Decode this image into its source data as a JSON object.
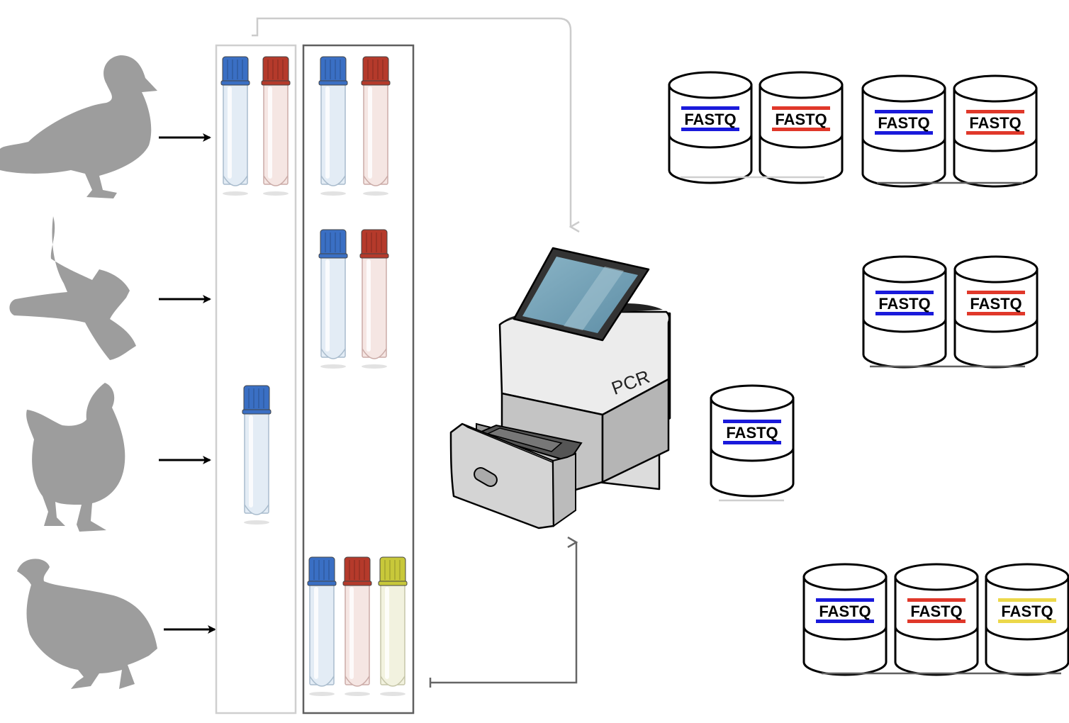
{
  "colors": {
    "blue": "#1a1adb",
    "red": "#e0382a",
    "yellow": "#ecd84a",
    "silhouette": "#9d9d9d",
    "panel_light": "#cfcfcf",
    "panel_dark": "#5f5f5f",
    "cap_blue": "#3a6fc4",
    "cap_red": "#b53a2b",
    "cap_yellow": "#c8c83a"
  },
  "birds": [
    {
      "name": "duck"
    },
    {
      "name": "hawk"
    },
    {
      "name": "chicken"
    },
    {
      "name": "guineafowl"
    }
  ],
  "pcr_machine": {
    "label": "PCR"
  },
  "fastq": {
    "label": "FASTQ",
    "groups": [
      {
        "id": "group-1a",
        "underline": "light",
        "stripes": [
          "blue",
          "red"
        ]
      },
      {
        "id": "group-1b",
        "underline": "dark",
        "stripes": [
          "blue",
          "red"
        ]
      },
      {
        "id": "group-2",
        "underline": "dark",
        "stripes": [
          "blue",
          "red"
        ]
      },
      {
        "id": "group-3",
        "underline": "light",
        "stripes": [
          "blue"
        ]
      },
      {
        "id": "group-4",
        "underline": "dark",
        "stripes": [
          "blue",
          "red",
          "yellow"
        ]
      }
    ]
  }
}
